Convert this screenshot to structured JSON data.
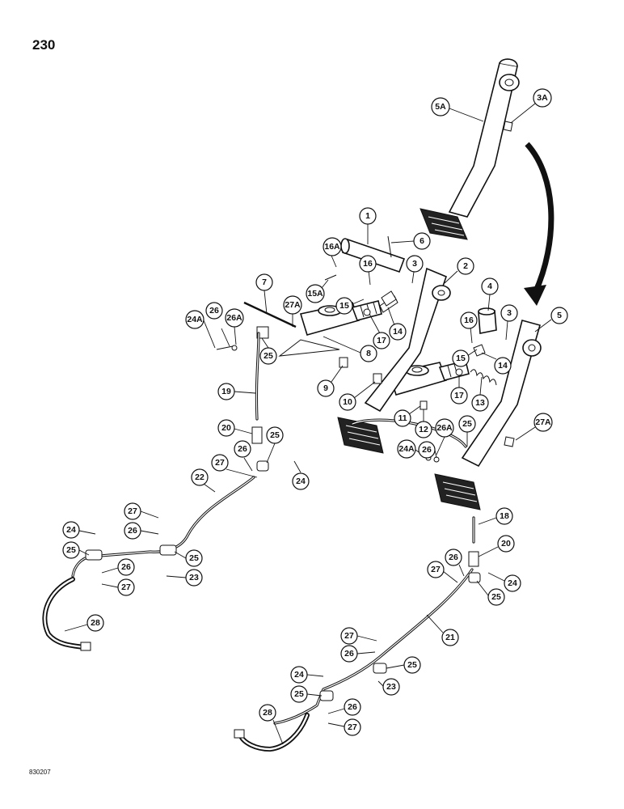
{
  "page_number": "230",
  "drawing_code": "830207",
  "callouts": [
    "1",
    "2",
    "3",
    "3A",
    "4",
    "5",
    "5A",
    "6",
    "7",
    "8",
    "9",
    "10",
    "11",
    "12",
    "13",
    "14",
    "15",
    "15A",
    "16",
    "16A",
    "17",
    "18",
    "19",
    "20",
    "21",
    "22",
    "23",
    "24",
    "24A",
    "25",
    "26",
    "26A",
    "27",
    "27A",
    "28"
  ]
}
